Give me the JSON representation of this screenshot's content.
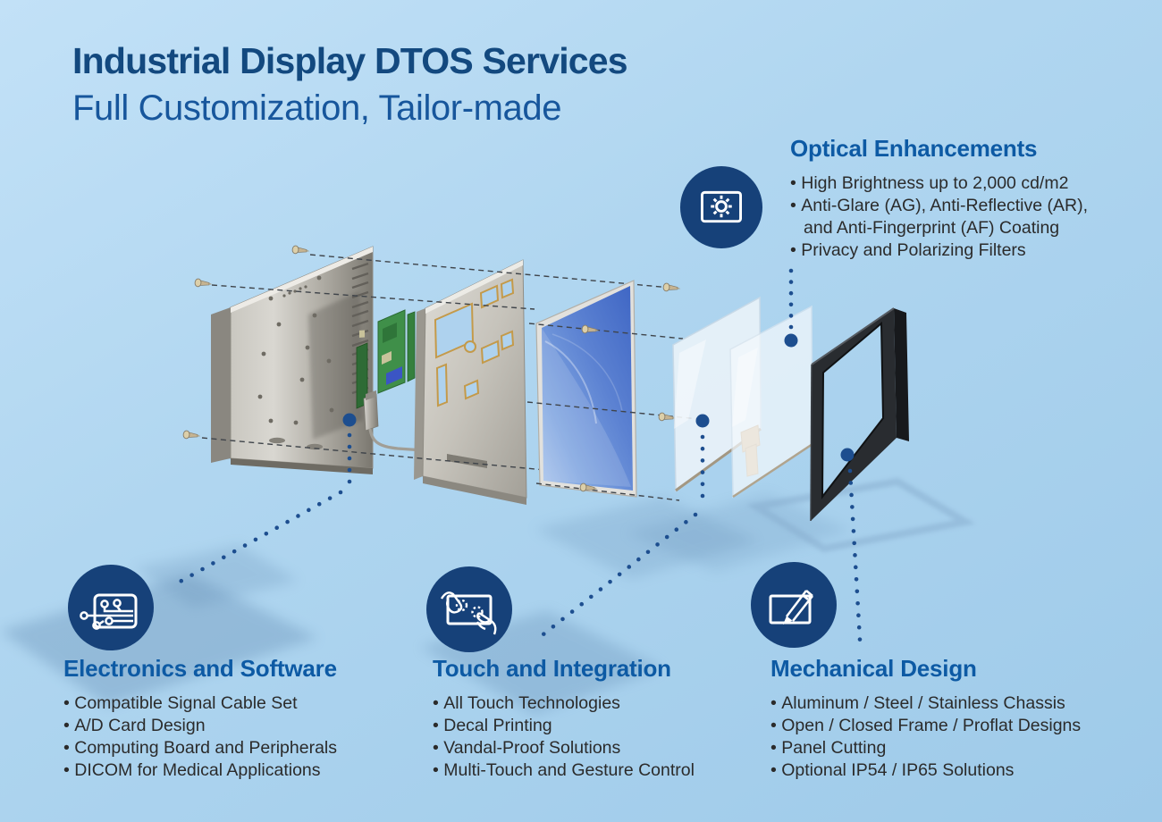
{
  "header": {
    "title": "Industrial Display DTOS Services",
    "subtitle": "Full Customization, Tailor-made"
  },
  "sections": {
    "optical": {
      "title": "Optical Enhancements",
      "icon": "display-brightness-icon",
      "bullets": [
        {
          "l1": "High Brightness up to 2,000 cd/m2"
        },
        {
          "l1": "Anti-Glare (AG), Anti-Reflective (AR),",
          "l2": "and Anti-Fingerprint (AF) Coating"
        },
        {
          "l1": "Privacy and Polarizing Filters"
        }
      ]
    },
    "electronics": {
      "title": "Electronics and Software",
      "icon": "circuit-board-icon",
      "bullets": [
        {
          "l1": "Compatible Signal Cable Set"
        },
        {
          "l1": "A/D Card Design"
        },
        {
          "l1": "Computing Board and Peripherals"
        },
        {
          "l1": "DICOM for Medical Applications"
        }
      ]
    },
    "touch": {
      "title": "Touch and Integration",
      "icon": "touch-gesture-icon",
      "bullets": [
        {
          "l1": "All Touch Technologies"
        },
        {
          "l1": "Decal Printing"
        },
        {
          "l1": "Vandal-Proof Solutions"
        },
        {
          "l1": "Multi-Touch and Gesture Control"
        }
      ]
    },
    "mechanical": {
      "title": "Mechanical Design",
      "icon": "pencil-design-icon",
      "bullets": [
        {
          "l1": "Aluminum / Steel / Stainless Chassis"
        },
        {
          "l1": "Open / Closed Frame / Proflat Designs"
        },
        {
          "l1": "Panel Cutting"
        },
        {
          "l1": "Optional IP54 / IP65 Solutions"
        }
      ]
    }
  },
  "colors": {
    "background_top": "#c2e1f7",
    "background_bottom": "#9ecae9",
    "icon_navy": "#164179",
    "heading_blue": "#0d5aa4",
    "title_navy": "#13497f",
    "subtitle_blue": "#17569c",
    "body_text": "#2b2b2b",
    "connector_dot": "#1d4e8f"
  }
}
